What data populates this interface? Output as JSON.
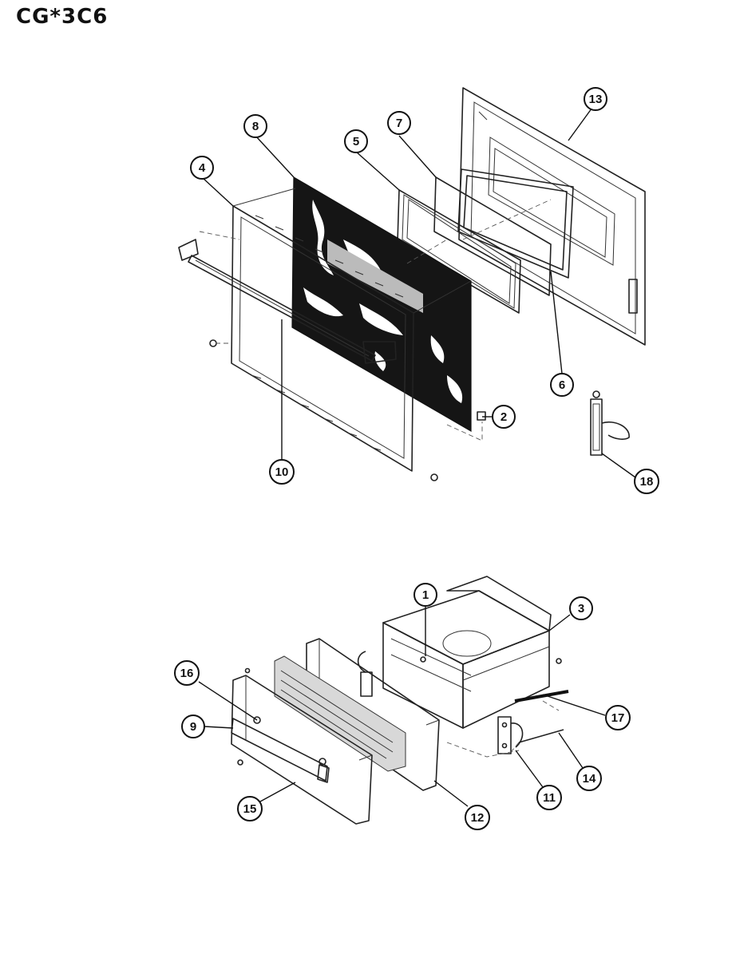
{
  "title": "CG*3C6",
  "callouts": {
    "c1": "1",
    "c2": "2",
    "c3": "3",
    "c4": "4",
    "c5": "5",
    "c6": "6",
    "c7": "7",
    "c8": "8",
    "c9": "9",
    "c10": "10",
    "c11": "11",
    "c12": "12",
    "c13": "13",
    "c14": "14",
    "c15": "15",
    "c16": "16",
    "c17": "17",
    "c18": "18"
  }
}
